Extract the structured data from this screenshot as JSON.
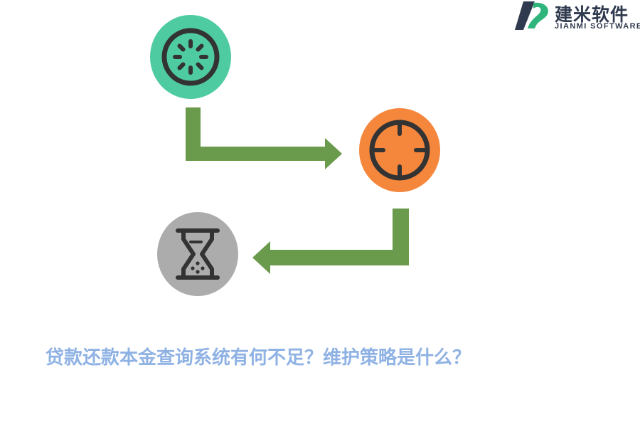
{
  "logo": {
    "name_cn": "建米软件",
    "name_en": "JIANMI SOFTWARE",
    "colors": {
      "green": "#2fb57c",
      "navy": "#2f3a4e"
    }
  },
  "flow": {
    "steps": [
      {
        "icon": "gear-icon",
        "color": "#4ecba0"
      },
      {
        "icon": "crosshair-icon",
        "color": "#f5873d"
      },
      {
        "icon": "hourglass-icon",
        "color": "#acacac"
      }
    ],
    "arrow_color": "#6a9a4b",
    "icon_stroke": "#333333"
  },
  "caption": {
    "text": "贷款还款本金查询系统有何不足？维护策略是什么？",
    "color": "#8fb2e4"
  }
}
